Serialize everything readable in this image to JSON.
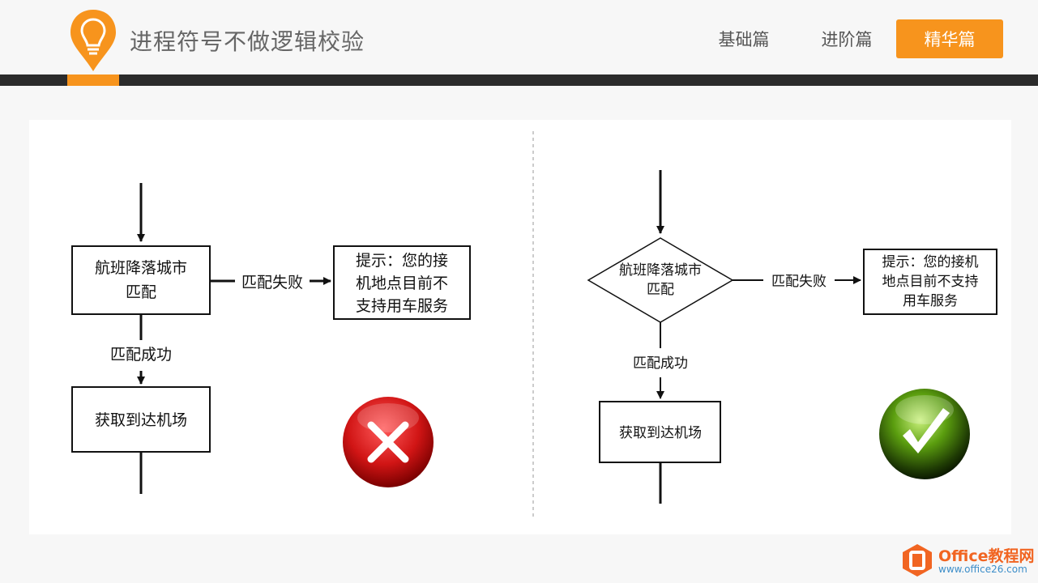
{
  "header": {
    "title": "进程符号不做逻辑校验",
    "nav": [
      {
        "label": "基础篇",
        "active": false
      },
      {
        "label": "进阶篇",
        "active": false
      },
      {
        "label": "精华篇",
        "active": true
      }
    ],
    "accent_color": "#f7941d"
  },
  "diagrams": {
    "left": {
      "process_line1": "航班降落城市",
      "process_line2": "匹配",
      "fail_label": "匹配失败",
      "success_label": "匹配成功",
      "result_box": [
        "提示：您的接",
        "机地点目前不",
        "支持用车服务"
      ],
      "next_box": "获取到达机场",
      "verdict_icon": "red-cross-icon"
    },
    "right": {
      "decision_line1": "航班降落城市",
      "decision_line2": "匹配",
      "fail_label": "匹配失败",
      "success_label": "匹配成功",
      "result_box": [
        "提示：您的接机",
        "地点目前不支持",
        "用车服务"
      ],
      "next_box": "获取到达机场",
      "verdict_icon": "green-check-icon"
    }
  },
  "watermark": {
    "name": "Office教程网",
    "url": "www.office26.com"
  }
}
